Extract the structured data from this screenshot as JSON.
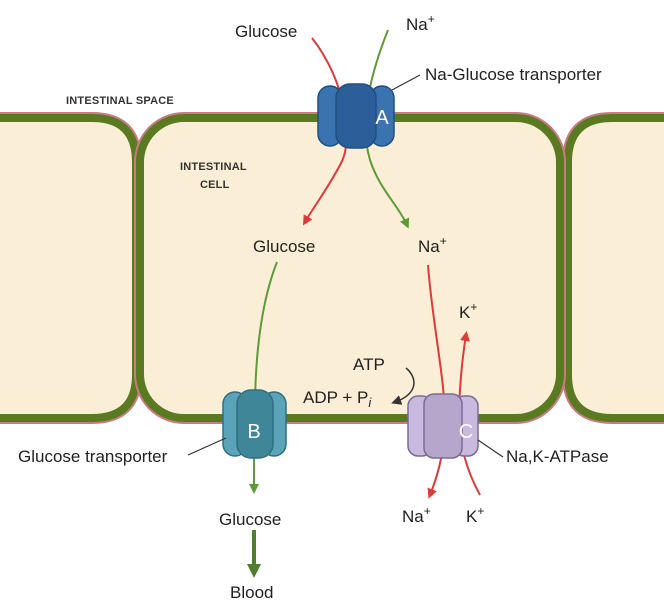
{
  "labels": {
    "top_glucose": "Glucose",
    "top_na": "Na",
    "intestinal_space": "INTESTINAL SPACE",
    "intestinal_cell_line1": "INTESTINAL",
    "intestinal_cell_line2": "CELL",
    "na_glucose_transporter": "Na-Glucose transporter",
    "mid_glucose": "Glucose",
    "mid_na": "Na",
    "k_up": "K",
    "atp": "ATP",
    "adp_pi_prefix": "ADP + P",
    "adp_pi_sub": "i",
    "glucose_transporter": "Glucose transporter",
    "na_k_atpase": "Na,K-ATPase",
    "bottom_glucose": "Glucose",
    "bottom_na": "Na",
    "bottom_k": "K",
    "blood": "Blood",
    "plus": "+"
  },
  "transporters": {
    "a": {
      "letter": "A",
      "color": "#3a73b0"
    },
    "b": {
      "letter": "B",
      "color": "#4a93a8"
    },
    "c": {
      "letter": "C",
      "color": "#b6a6cc"
    }
  },
  "colors": {
    "membrane": "#5a7a22",
    "membrane_edge": "#c97a82",
    "cytoplasm": "#fbeed6",
    "glucose_path": "#dd3a3a",
    "sodium_path": "#5f9a3a",
    "blood_arrow": "#4f7f2e"
  }
}
